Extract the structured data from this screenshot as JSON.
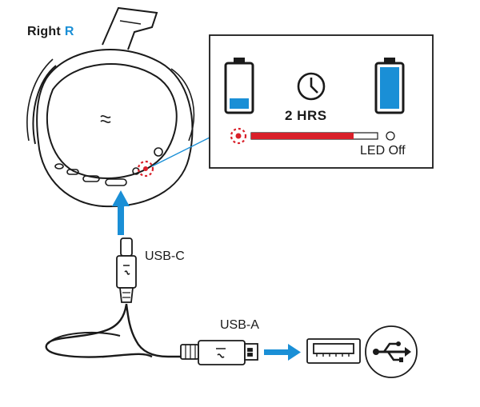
{
  "header": {
    "side_text": "Right",
    "side_letter": "R"
  },
  "charge_panel": {
    "charge_time": "2 HRS",
    "led_off_label": "LED Off",
    "battery_level_start": 0.25,
    "battery_level_full": 1.0
  },
  "connectors": {
    "usb_c": "USB-C",
    "usb_a": "USB-A"
  },
  "icons": [
    "battery-low-icon",
    "clock-icon",
    "battery-full-icon",
    "led-red-icon",
    "led-off-icon",
    "usb-symbol-icon",
    "usb-port-icon"
  ],
  "colors": {
    "accent_blue": "#1a8fd6",
    "led_red": "#d9202a",
    "outline": "#1a1a1a"
  }
}
